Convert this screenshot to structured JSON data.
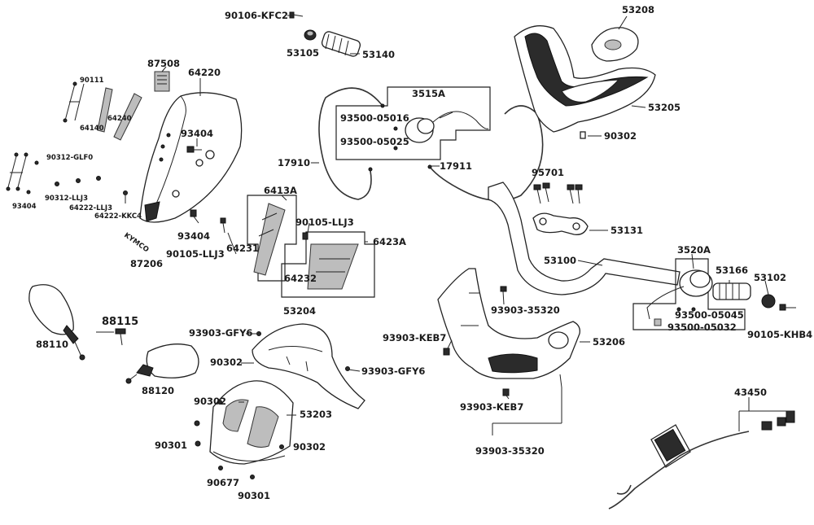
{
  "callouts": {
    "p90106_KFC2": "90106-KFC2",
    "p53105": "53105",
    "p53140": "53140",
    "p87508": "87508",
    "p64220": "64220",
    "p90111": "90111",
    "p64140": "64140",
    "p64240": "64240",
    "p93404_a": "93404",
    "p90312_GLF0": "90312-GLF0",
    "p93404_b": "93404",
    "p90312_LLJ3": "90312-LLJ3",
    "p64222_LLJ3": "64222-LLJ3",
    "p64222_KKC4": "64222-KKC4",
    "p93404_c": "93404",
    "p87206": "87206",
    "p90105_LLJ3_a": "90105-LLJ3",
    "p6413A": "6413A",
    "p90105_LLJ3_b": "90105-LLJ3",
    "p64231": "64231",
    "p6423A": "6423A",
    "p64232": "64232",
    "p17910": "17910",
    "p3515A": "3515A",
    "p93500_05016": "93500-05016",
    "p93500_05025": "93500-05025",
    "p17911": "17911",
    "p53208": "53208",
    "p53205": "53205",
    "p90302_a": "90302",
    "p95701": "95701",
    "p53131": "53131",
    "p53100": "53100",
    "p3520A": "3520A",
    "p53166": "53166",
    "p53102": "53102",
    "p93500_05045": "93500-05045",
    "p93500_05032": "93500-05032",
    "p90105_KHB4": "90105-KHB4",
    "p88115": "88115",
    "p88110": "88110",
    "p88120": "88120",
    "p93903_GFY6_a": "93903-GFY6",
    "p53204": "53204",
    "p90302_b": "90302",
    "p93903_GFY6_b": "93903-GFY6",
    "p90302_c": "90302",
    "p53203": "53203",
    "p90301_a": "90301",
    "p90302_d": "90302",
    "p90677": "90677",
    "p90301_b": "90301",
    "p93903_35320_a": "93903-35320",
    "p93903_KEB7_a": "93903-KEB7",
    "p53206": "53206",
    "p93903_KEB7_b": "93903-KEB7",
    "p93903_35320_b": "93903-35320",
    "p43450": "43450"
  },
  "logo_text": "KYMCO"
}
